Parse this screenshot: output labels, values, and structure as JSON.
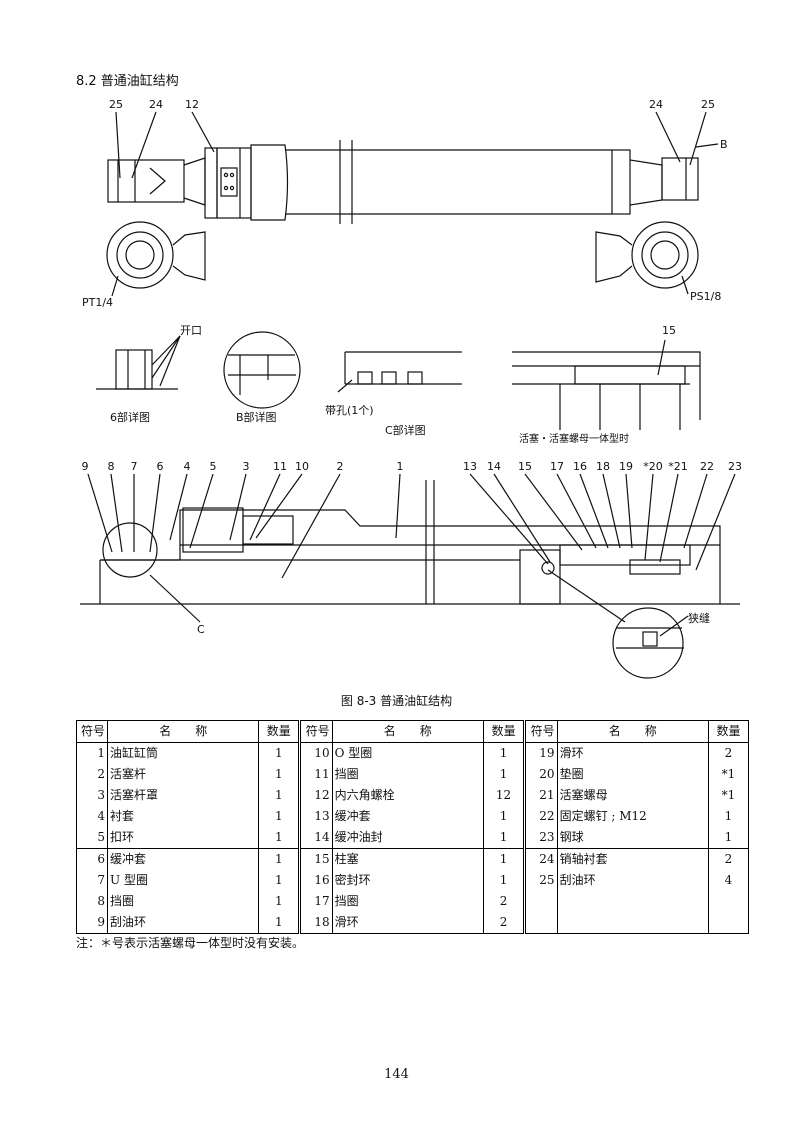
{
  "section_title": "8.2 普通油缸结构",
  "figure": {
    "top_labels_left": [
      "25",
      "24",
      "12"
    ],
    "top_labels_right": [
      "24",
      "25"
    ],
    "label_b": "B",
    "port_left": "PT1/4",
    "port_right": "PS1/8",
    "label_opening": "开口",
    "label_15": "15",
    "detail_6": "6部详图",
    "detail_b": "B部详图",
    "detail_c": "C部详图",
    "with_hole": "带孔(1个)",
    "piston_note": "活塞・活塞螺母一体型时",
    "callouts": [
      "9",
      "8",
      "7",
      "6",
      "4",
      "5",
      "3",
      "11",
      "10",
      "2",
      "1",
      "13",
      "14",
      "15",
      "17",
      "16",
      "18",
      "19",
      "*20",
      "*21",
      "22",
      "23"
    ],
    "label_c": "C",
    "narrow_gap": "狭缝"
  },
  "caption": "图 8-3 普通油缸结构",
  "table": {
    "headers": {
      "no": "符号",
      "name": "名　　称",
      "qty": "数量"
    },
    "columns": [
      [
        {
          "no": "1",
          "name": "油缸缸筒",
          "qty": "1"
        },
        {
          "no": "2",
          "name": "活塞杆",
          "qty": "1"
        },
        {
          "no": "3",
          "name": "活塞杆罩",
          "qty": "1"
        },
        {
          "no": "4",
          "name": "衬套",
          "qty": "1"
        },
        {
          "no": "5",
          "name": "扣环",
          "qty": "1"
        },
        {
          "no": "6",
          "name": "缓冲套",
          "qty": "1"
        },
        {
          "no": "7",
          "name": "U 型圈",
          "qty": "1"
        },
        {
          "no": "8",
          "name": "挡圈",
          "qty": "1"
        },
        {
          "no": "9",
          "name": "刮油环",
          "qty": "1"
        }
      ],
      [
        {
          "no": "10",
          "name": "O 型圈",
          "qty": "1"
        },
        {
          "no": "11",
          "name": "挡圈",
          "qty": "1"
        },
        {
          "no": "12",
          "name": "内六角螺栓",
          "qty": "12"
        },
        {
          "no": "13",
          "name": "缓冲套",
          "qty": "1"
        },
        {
          "no": "14",
          "name": "缓冲油封",
          "qty": "1"
        },
        {
          "no": "15",
          "name": "柱塞",
          "qty": "1"
        },
        {
          "no": "16",
          "name": "密封环",
          "qty": "1"
        },
        {
          "no": "17",
          "name": "挡圈",
          "qty": "2"
        },
        {
          "no": "18",
          "name": "滑环",
          "qty": "2"
        }
      ],
      [
        {
          "no": "19",
          "name": "滑环",
          "qty": "2"
        },
        {
          "no": "20",
          "name": "垫圈",
          "qty": "*1"
        },
        {
          "no": "21",
          "name": "活塞螺母",
          "qty": "*1"
        },
        {
          "no": "22",
          "name": "固定螺钉 ; M12",
          "qty": "1"
        },
        {
          "no": "23",
          "name": "钢球",
          "qty": "1"
        },
        {
          "no": "24",
          "name": "销轴衬套",
          "qty": "2"
        },
        {
          "no": "25",
          "name": "刮油环",
          "qty": "4"
        },
        {
          "no": "",
          "name": "",
          "qty": ""
        },
        {
          "no": "",
          "name": "",
          "qty": ""
        }
      ]
    ]
  },
  "note": "注：＊号表示活塞螺母一体型时没有安装。",
  "page_number": "144"
}
